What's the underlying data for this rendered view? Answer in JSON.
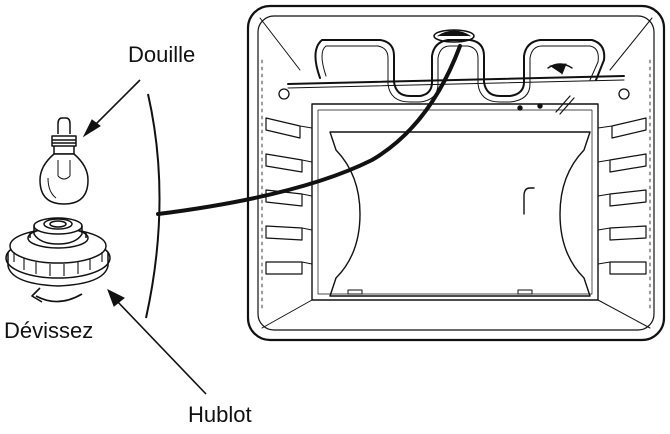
{
  "labels": {
    "douille": "Douille",
    "devissez": "Dévissez",
    "hublot": "Hublot"
  },
  "colors": {
    "ink": "#111111",
    "background": "#ffffff"
  },
  "icons": {
    "bulb": "light-bulb-icon",
    "cover": "lamp-cover-icon",
    "oven": "oven-cavity-icon",
    "rotation": "rotate-arrow-icon"
  }
}
